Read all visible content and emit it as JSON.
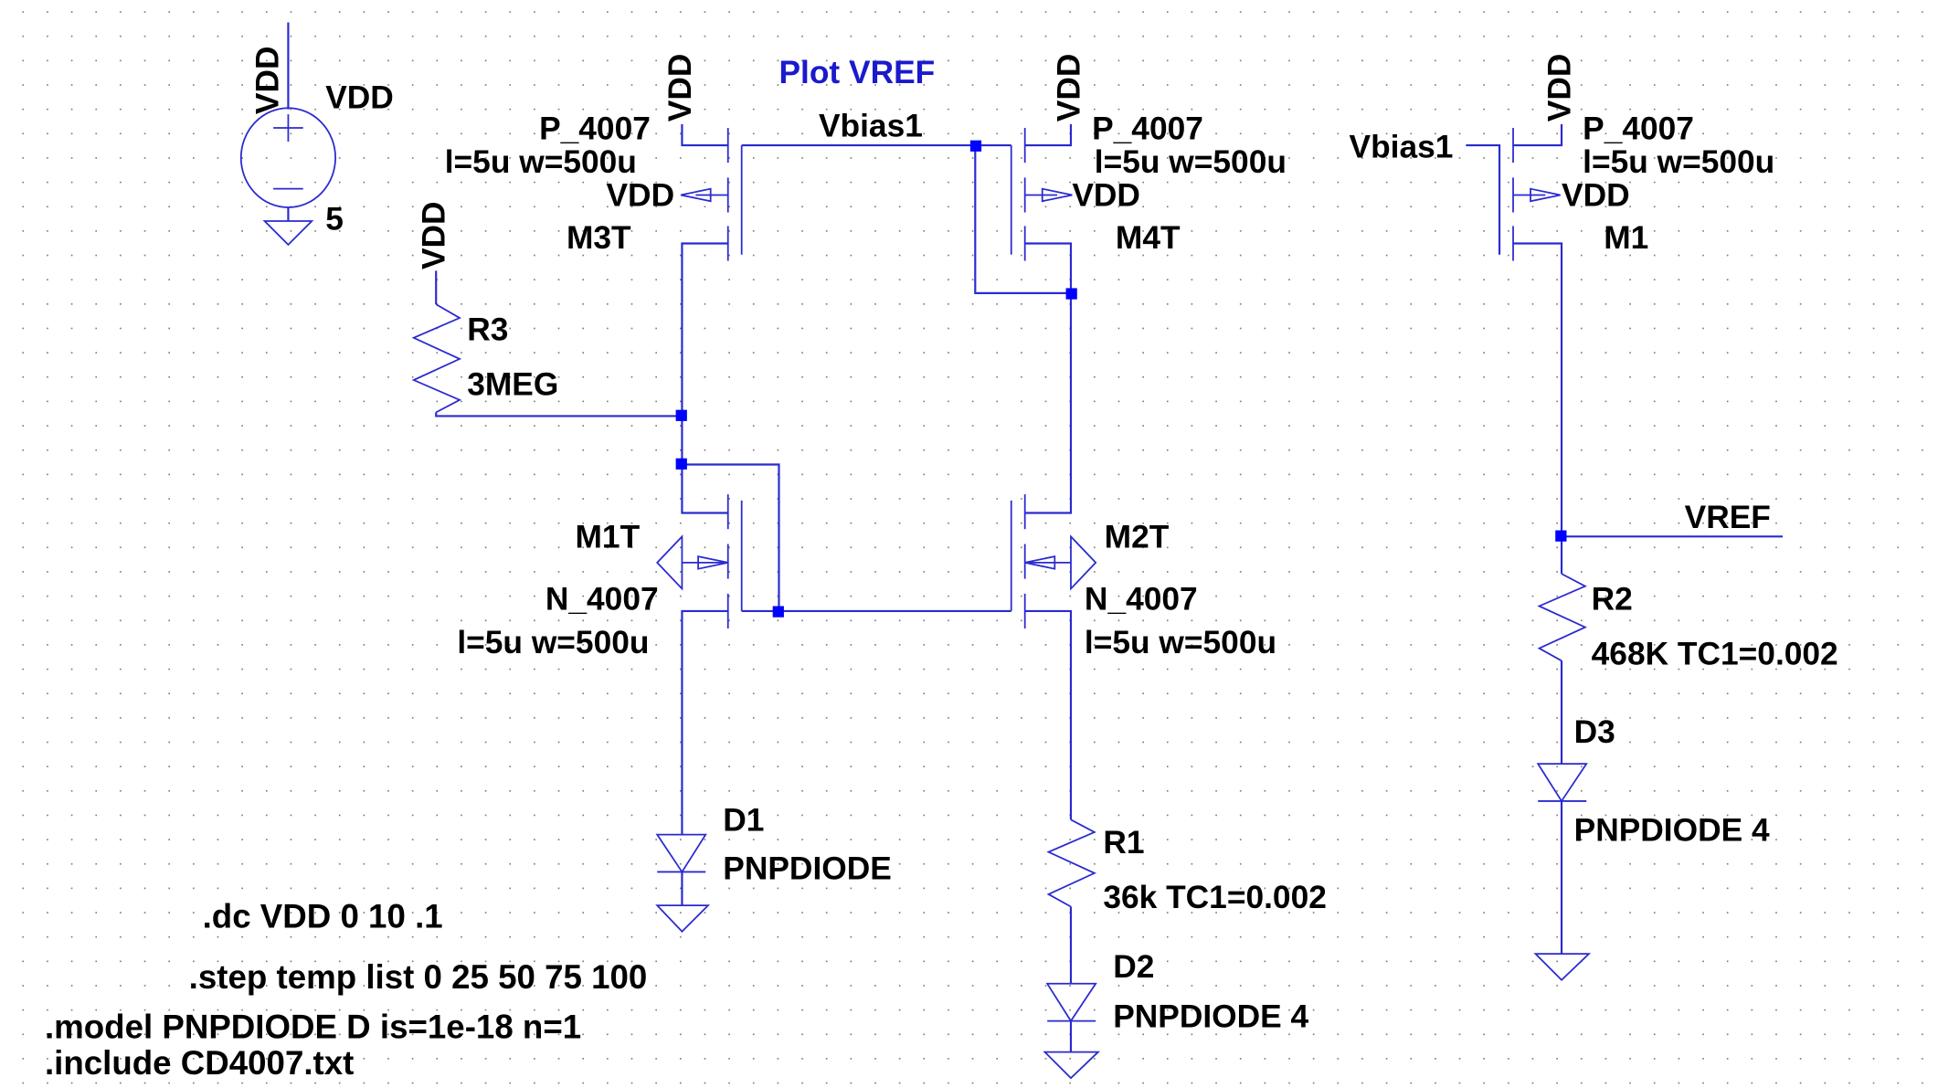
{
  "schematic": {
    "title_directive": "Plot VREF",
    "colors": {
      "wire": "#2a2ad0",
      "junction": "#0000ff",
      "text": "#000000",
      "plot_label": "#1a1acc",
      "background": "#ffffff"
    },
    "supply": {
      "name": "VDD",
      "net_label": "VDD",
      "value": "5"
    },
    "nets": {
      "vbias": "Vbias1",
      "vref": "VREF",
      "vdd": "VDD"
    },
    "transistors": {
      "m3t": {
        "name": "M3T",
        "model": "P_4007",
        "params": "l=5u w=500u",
        "body": "VDD",
        "supply": "VDD"
      },
      "m4t": {
        "name": "M4T",
        "model": "P_4007",
        "params": "l=5u w=500u",
        "body": "VDD",
        "supply": "VDD"
      },
      "m1": {
        "name": "M1",
        "model": "P_4007",
        "params": "l=5u w=500u",
        "body": "VDD",
        "supply": "VDD",
        "gate": "Vbias1"
      },
      "m1t": {
        "name": "M1T",
        "model": "N_4007",
        "params": "l=5u w=500u"
      },
      "m2t": {
        "name": "M2T",
        "model": "N_4007",
        "params": "l=5u w=500u"
      }
    },
    "resistors": {
      "r3": {
        "name": "R3",
        "value": "3MEG",
        "supply": "VDD"
      },
      "r1": {
        "name": "R1",
        "value": "36k TC1=0.002"
      },
      "r2": {
        "name": "R2",
        "value": "468K TC1=0.002"
      }
    },
    "diodes": {
      "d1": {
        "name": "D1",
        "model": "PNPDIODE"
      },
      "d2": {
        "name": "D2",
        "model": "PNPDIODE 4"
      },
      "d3": {
        "name": "D3",
        "model": "PNPDIODE 4"
      }
    },
    "directives": [
      ".dc VDD 0 10 .1",
      ".step temp list 0 25 50 75 100",
      ".model PNPDIODE D is=1e-18 n=1",
      ".include CD4007.txt"
    ]
  }
}
